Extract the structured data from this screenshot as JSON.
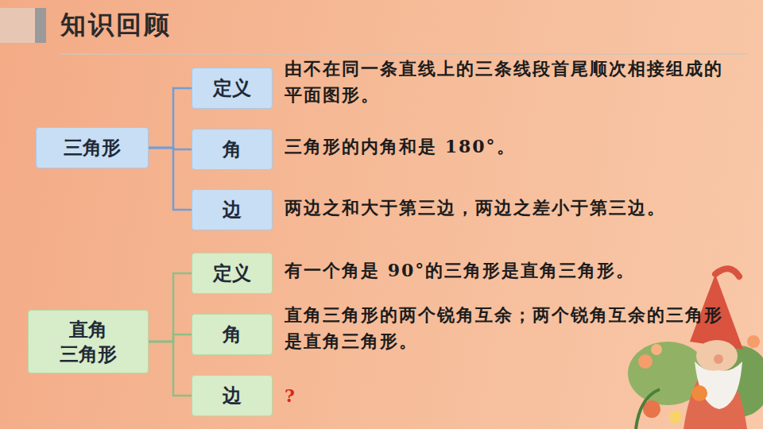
{
  "diagram": {
    "title": "知识回顾",
    "nodes": [
      {
        "text": [
          "三角形"
        ]
      },
      {
        "text": [
          "定义"
        ]
      },
      {
        "text": [
          "角"
        ]
      },
      {
        "text": [
          "边"
        ]
      },
      {
        "text": [
          "直角 三角形"
        ]
      },
      {
        "text": [
          "定义"
        ]
      },
      {
        "text": [
          "角"
        ]
      },
      {
        "text": [
          "边"
        ]
      }
    ],
    "edges": [
      {
        "from": 0,
        "to": 1,
        "arrow": "none"
      },
      {
        "from": 0,
        "to": 2,
        "arrow": "none"
      },
      {
        "from": 0,
        "to": 3,
        "arrow": "none"
      },
      {
        "from": 4,
        "to": 5,
        "arrow": "none"
      },
      {
        "from": 4,
        "to": 6,
        "arrow": "none"
      },
      {
        "from": 4,
        "to": 7,
        "arrow": "none"
      }
    ],
    "labels": [
      "由不在同一条直线上的三条线段首尾顺次相接组成的平面图形。",
      "三角形的内角和是 180°。",
      "两边之和大于第三边，两边之差小于第三边。",
      "有一个角是 90°的三角形是直角三角形。",
      "直角三角形的两个锐角互余；两个锐角互余的三角形是直角三角形。",
      "?"
    ]
  }
}
